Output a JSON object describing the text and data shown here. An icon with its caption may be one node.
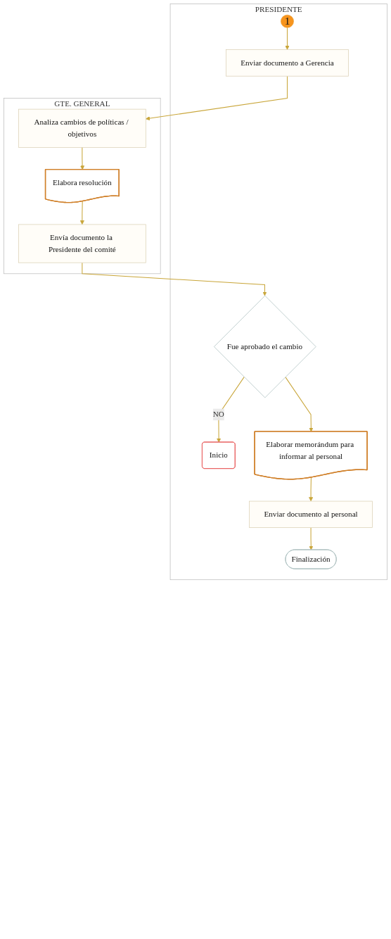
{
  "diagram": {
    "nodes": [
      {
        "text": [
          "PRESIDENTE"
        ]
      },
      {
        "text": [
          "GTE. GENERAL"
        ]
      },
      {
        "text": [
          "1"
        ],
        "in": 0
      },
      {
        "text": [
          "Enviar documento a Gerencia"
        ],
        "in": 0
      },
      {
        "text": [
          "Analiza cambios de políticas / objetivos"
        ],
        "in": 1
      },
      {
        "text": [
          "Elabora resolución"
        ],
        "in": 1
      },
      {
        "text": [
          "Envía documento la Presidente del comité"
        ],
        "in": 1
      },
      {
        "text": [
          "Fue aprobado el cambio"
        ],
        "in": 0
      },
      {
        "text": [
          "Inicio"
        ],
        "in": 0
      },
      {
        "text": [
          "Elaborar memorándum para informar al personal"
        ],
        "in": 0
      },
      {
        "text": [
          "Enviar documento al personal"
        ],
        "in": 0
      },
      {
        "text": [
          "Finalización"
        ],
        "in": 0
      }
    ],
    "edges": [
      {
        "from": 2,
        "to": 3,
        "arrow": "to"
      },
      {
        "from": 3,
        "to": 4,
        "arrow": "to"
      },
      {
        "from": 4,
        "to": 5,
        "arrow": "to"
      },
      {
        "from": 5,
        "to": 6,
        "arrow": "to"
      },
      {
        "from": 6,
        "to": 7,
        "arrow": "to"
      },
      {
        "from": 7,
        "to": 8,
        "label": "NO",
        "arrow": "to"
      },
      {
        "from": 7,
        "to": 9,
        "arrow": "to"
      },
      {
        "from": 9,
        "to": 10,
        "arrow": "to"
      },
      {
        "from": 10,
        "to": 11,
        "arrow": "to"
      }
    ]
  }
}
